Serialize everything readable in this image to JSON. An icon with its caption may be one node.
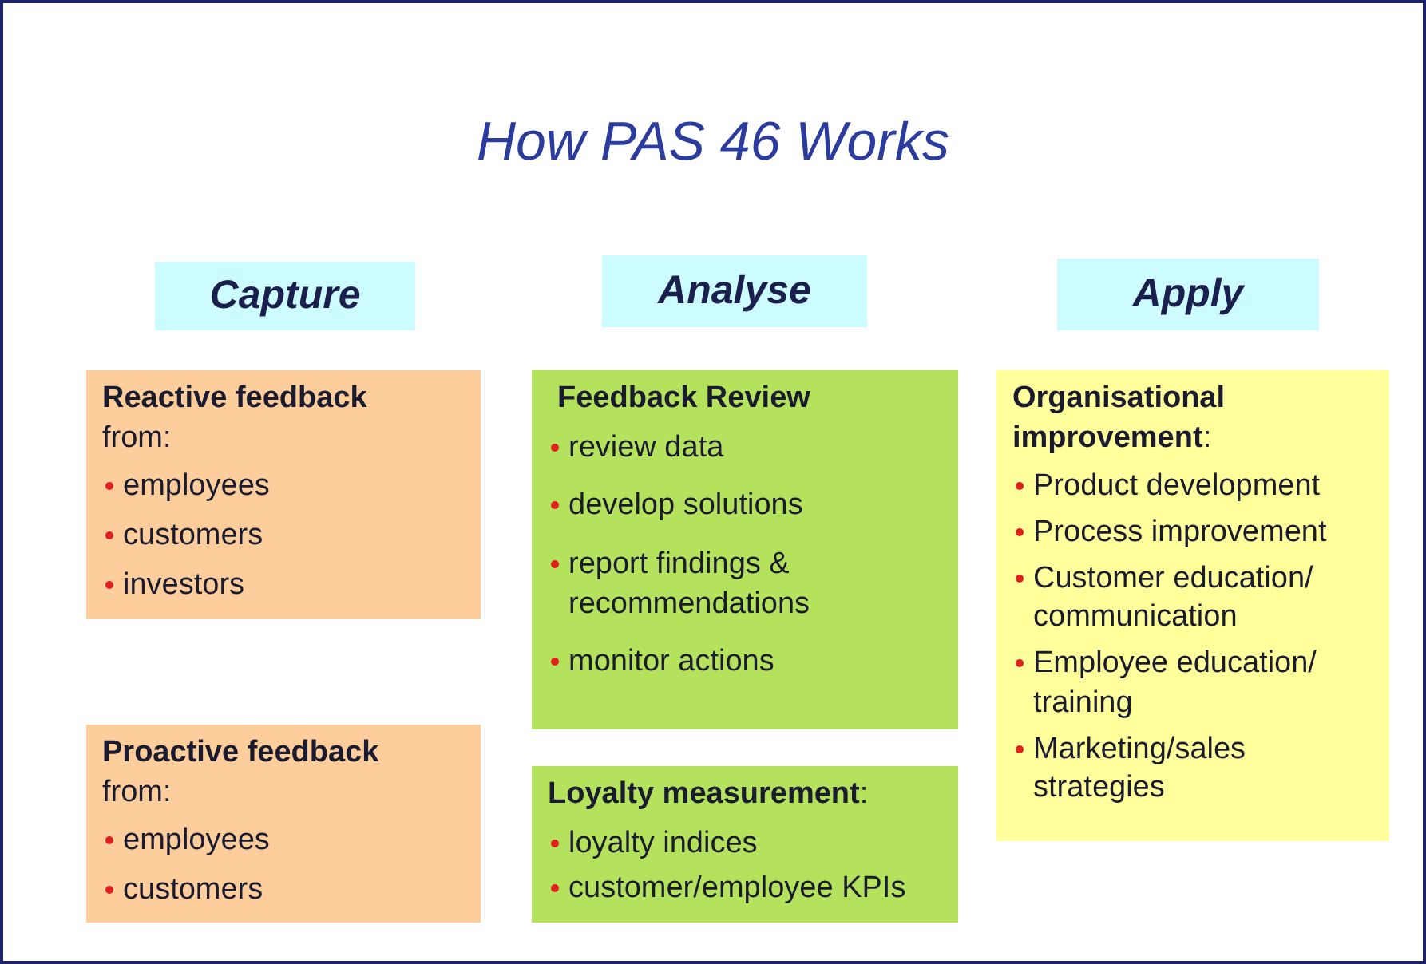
{
  "diagram": {
    "title": "How PAS 46 Works",
    "nodes": [
      {
        "text": [
          "Capture"
        ]
      },
      {
        "text": [
          "Analyse"
        ]
      },
      {
        "text": [
          "Apply"
        ]
      },
      {
        "text": [
          "**Reactive feedback** from:",
          "employees",
          "customers",
          "investors"
        ]
      },
      {
        "text": [
          "**Proactive feedback** from:",
          "employees",
          "customers"
        ]
      },
      {
        "text": [
          "Feedback Review",
          "review data",
          "develop solutions",
          "report findings & recommendations",
          "monitor actions"
        ]
      },
      {
        "text": [
          "**Loyalty measurement**:",
          "loyalty indices",
          "customer/employee KPIs"
        ]
      },
      {
        "text": [
          "**Organisational improvement**:",
          "Product development",
          "Process improvement",
          "Customer education/ communication",
          "Employee education/ training",
          "Marketing/sales strategies"
        ]
      }
    ]
  }
}
